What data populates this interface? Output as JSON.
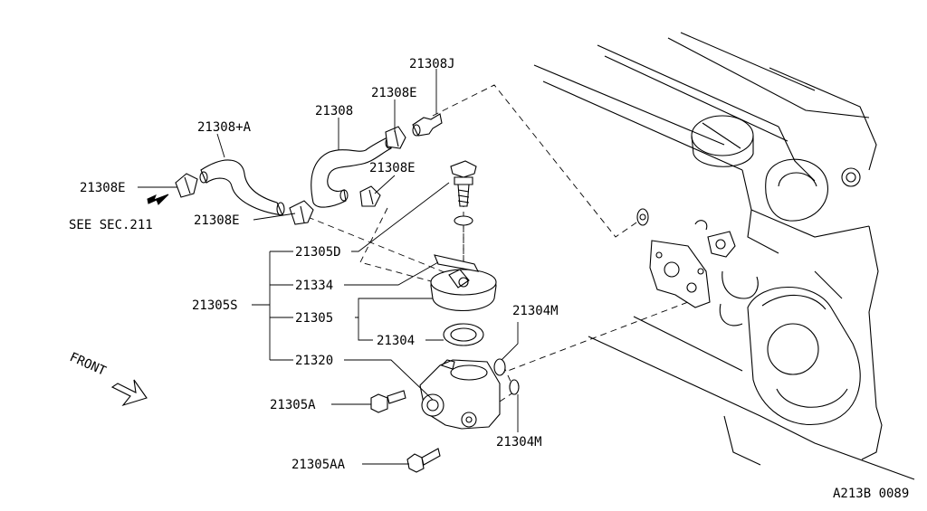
{
  "diagram_code": "A213B 0089",
  "see_section": "SEE SEC.211",
  "front_label": "FRONT",
  "labels": {
    "p21308J": "21308J",
    "p21308E_top": "21308E",
    "p21308": "21308",
    "p21308A": "21308+A",
    "p21308E_mid": "21308E",
    "p21308E_left": "21308E",
    "p21308E_low": "21308E",
    "p21305D": "21305D",
    "p21334": "21334",
    "p21305S": "21305S",
    "p21305": "21305",
    "p21304": "21304",
    "p21304M_top": "21304M",
    "p21320": "21320",
    "p21305A": "21305A",
    "p21304M_bot": "21304M",
    "p21305AA": "21305AA"
  }
}
